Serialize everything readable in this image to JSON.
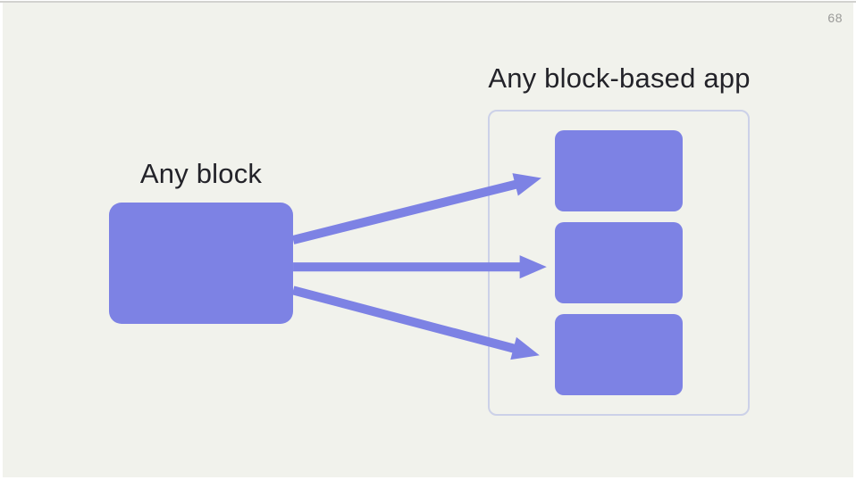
{
  "slide": {
    "page_number": "68"
  },
  "diagram": {
    "source_block": {
      "label": "Any block"
    },
    "target_container": {
      "label": "Any block-based app",
      "blocks": [
        {
          "name": "app-block-1"
        },
        {
          "name": "app-block-2"
        },
        {
          "name": "app-block-3"
        }
      ]
    },
    "arrows": [
      {
        "from": "source-block",
        "to": "app-block-1"
      },
      {
        "from": "source-block",
        "to": "app-block-2"
      },
      {
        "from": "source-block",
        "to": "app-block-3"
      }
    ]
  },
  "colors": {
    "slide-bg": "#f1f2ec",
    "accent": "#7d82e4",
    "container-border": "#ccd1e8",
    "text": "#232329",
    "page-number": "#9a9a98"
  }
}
